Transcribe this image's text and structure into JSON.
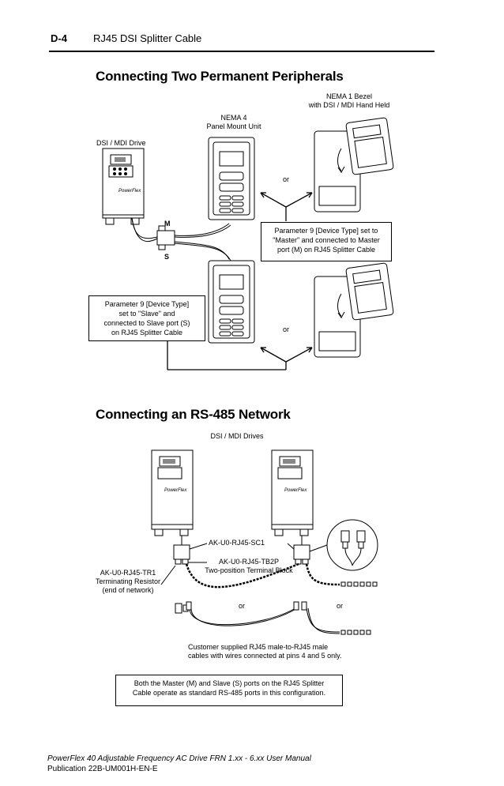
{
  "header": {
    "page_number": "D-4",
    "title": "RJ45 DSI Splitter Cable"
  },
  "section1": {
    "heading": "Connecting Two Permanent Peripherals",
    "label_nema1": [
      "NEMA 1 Bezel",
      "with DSI / MDI Hand Held"
    ],
    "label_nema4": [
      "NEMA 4",
      "Panel Mount Unit"
    ],
    "label_drive": "DSI / MDI Drive",
    "port_master": "M",
    "port_slave": "S",
    "or_top": "or",
    "or_bottom": "or",
    "master_note": [
      "Parameter 9 [Device Type] set to",
      "\"Master\" and connected to Master",
      "port (M) on RJ45 Splitter Cable"
    ],
    "slave_note": [
      "Parameter 9 [Device Type]",
      "set to \"Slave\" and",
      "connected to Slave port (S)",
      "on RJ45 Splitter Cable"
    ]
  },
  "section2": {
    "heading": "Connecting an RS-485 Network",
    "label_drives": "DSI / MDI Drives",
    "label_sc1": "AK-U0-RJ45-SC1",
    "label_tb2p": [
      "AK-U0-RJ45-TB2P",
      "Two-position Terminal Block"
    ],
    "label_tr1": [
      "AK-U0-RJ45-TR1",
      "Terminating Resistor",
      "(end of network)"
    ],
    "or_left": "or",
    "or_right": "or",
    "customer_note": [
      "Customer supplied RJ45 male-to-RJ45 male",
      "cables with wires connected at pins 4 and 5 only."
    ],
    "info_box": [
      "Both the Master (M) and Slave (S) ports on the RJ45 Splitter",
      "Cable operate as standard RS-485 ports in this configuration."
    ]
  },
  "footer": {
    "manual": "PowerFlex 40 Adjustable Frequency AC Drive FRN 1.xx - 6.xx User Manual",
    "publication": "Publication 22B-UM001H-EN-E"
  }
}
